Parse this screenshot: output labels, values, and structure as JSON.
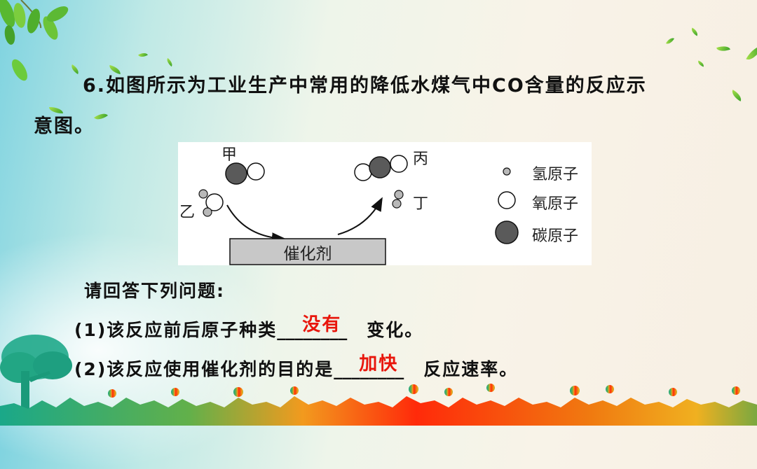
{
  "question": {
    "number": "6.",
    "title_line1": "6.如图所示为工业生产中常用的降低水煤气中CO含量的反应示",
    "title_line2": "意图。",
    "prompt": "请回答下列问题:",
    "sub_questions": [
      {
        "prefix": "(1)该反应前后原子种类",
        "blank": "________",
        "answer": "没有",
        "suffix": "变化。"
      },
      {
        "prefix": "(2)该反应使用催化剂的目的是",
        "blank": "________",
        "answer": "加快",
        "suffix": "反应速率。"
      }
    ]
  },
  "diagram": {
    "labels": {
      "jia": "甲",
      "yi": "乙",
      "bing": "丙",
      "ding": "丁"
    },
    "catalyst_label": "催化剂",
    "legend": [
      {
        "atom": "hydrogen",
        "label": "氢原子",
        "color": "#b8b8b8"
      },
      {
        "atom": "oxygen",
        "label": "氧原子",
        "color": "#ffffff"
      },
      {
        "atom": "carbon",
        "label": "碳原子",
        "color": "#5a5a5a"
      }
    ],
    "catalyst_color": "#c8c8c8"
  },
  "colors": {
    "answer": "#e8160c",
    "text": "#111111"
  }
}
